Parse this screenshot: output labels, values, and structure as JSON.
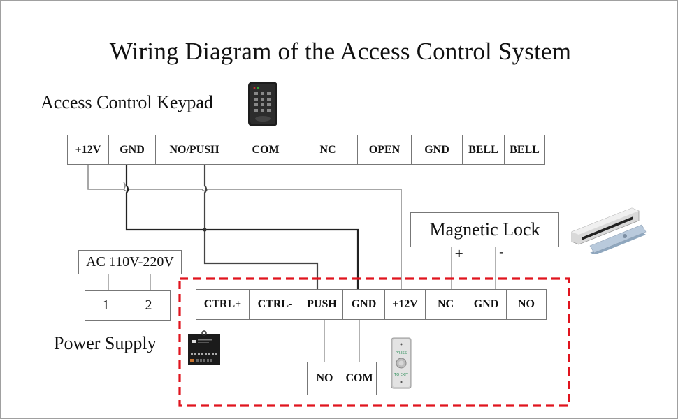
{
  "title": "Wiring Diagram of the Access Control System",
  "keypad": {
    "label": "Access Control Keypad",
    "icon": "keypad-device-icon",
    "terminals": [
      "+12V",
      "GND",
      "NO/PUSH",
      "COM",
      "NC",
      "OPEN",
      "GND",
      "BELL",
      "BELL"
    ]
  },
  "magnetic_lock": {
    "label": "Magnetic Lock",
    "icon": "magnetic-lock-device-icon",
    "plus": "+",
    "minus": "-"
  },
  "ac_input": {
    "label": "AC 110V-220V",
    "terminals": [
      "1",
      "2"
    ]
  },
  "power_supply": {
    "label": "Power Supply",
    "icon": "power-supply-device-icon",
    "terminals": [
      "CTRL+",
      "CTRL-",
      "PUSH",
      "GND",
      "+12V",
      "NC",
      "GND",
      "NO"
    ],
    "boundary_color": "#e0141e"
  },
  "exit_button": {
    "icon": "exit-button-device-icon",
    "terminals": [
      "NO",
      "COM"
    ],
    "press_text": "PRESS",
    "exit_text": "TO EXIT"
  },
  "connections": [
    {
      "from": "keypad.+12V",
      "to": "power_supply.+12V"
    },
    {
      "from": "keypad.GND",
      "to": "power_supply.GND"
    },
    {
      "from": "keypad.NO/PUSH",
      "to": "power_supply.PUSH"
    },
    {
      "from": "magnetic_lock.+",
      "to": "power_supply.NC"
    },
    {
      "from": "magnetic_lock.-",
      "to": "power_supply.GND"
    },
    {
      "from": "power_supply.PUSH",
      "to": "exit_button.NO"
    },
    {
      "from": "power_supply.GND",
      "to": "exit_button.COM"
    },
    {
      "from": "ac_input",
      "to": "ac_terminal.1"
    },
    {
      "from": "ac_input",
      "to": "ac_terminal.2"
    }
  ]
}
